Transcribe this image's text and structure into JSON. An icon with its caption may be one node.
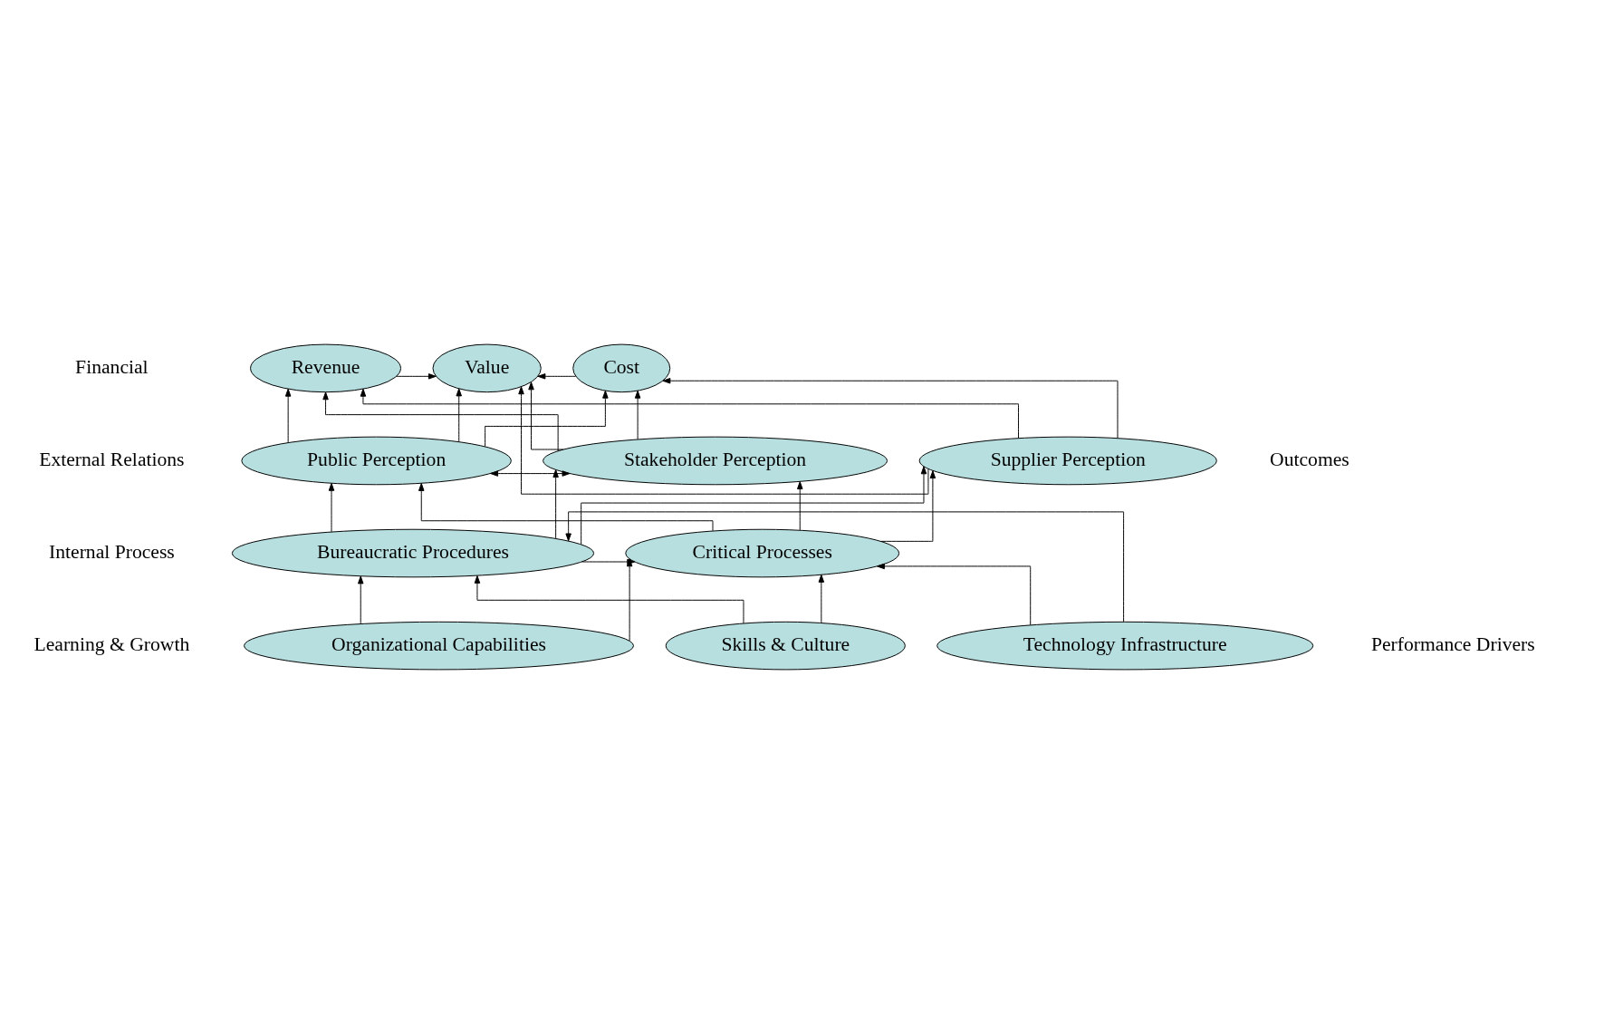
{
  "diagram": {
    "nodes": [
      {
        "text": [
          "Revenue"
        ]
      },
      {
        "text": [
          "Value"
        ]
      },
      {
        "text": [
          "Cost"
        ]
      },
      {
        "text": [
          "Public Perception"
        ]
      },
      {
        "text": [
          "Stakeholder Perception"
        ]
      },
      {
        "text": [
          "Supplier Perception"
        ]
      },
      {
        "text": [
          "Bureaucratic Procedures"
        ]
      },
      {
        "text": [
          "Critical Processes"
        ]
      },
      {
        "text": [
          "Organizational Capabilities"
        ]
      },
      {
        "text": [
          "Skills & Culture"
        ]
      },
      {
        "text": [
          "Technology Infrastructure"
        ]
      }
    ],
    "edges": [
      {
        "from": 0,
        "to": 1,
        "arrow": "to"
      },
      {
        "from": 2,
        "to": 1,
        "arrow": "to"
      },
      {
        "from": 3,
        "to": 4,
        "arrow": "both"
      },
      {
        "from": 3,
        "to": 0,
        "arrow": "to"
      },
      {
        "from": 3,
        "to": 1,
        "arrow": "to"
      },
      {
        "from": 3,
        "to": 2,
        "arrow": "to"
      },
      {
        "from": 4,
        "to": 0,
        "arrow": "to"
      },
      {
        "from": 4,
        "to": 1,
        "arrow": "to"
      },
      {
        "from": 4,
        "to": 2,
        "arrow": "to"
      },
      {
        "from": 5,
        "to": 0,
        "arrow": "to"
      },
      {
        "from": 5,
        "to": 1,
        "arrow": "to"
      },
      {
        "from": 5,
        "to": 2,
        "arrow": "to"
      },
      {
        "from": 6,
        "to": 3,
        "arrow": "to"
      },
      {
        "from": 6,
        "to": 4,
        "arrow": "to"
      },
      {
        "from": 6,
        "to": 5,
        "arrow": "to"
      },
      {
        "from": 7,
        "to": 3,
        "arrow": "to"
      },
      {
        "from": 7,
        "to": 4,
        "arrow": "to"
      },
      {
        "from": 7,
        "to": 5,
        "arrow": "to"
      },
      {
        "from": 6,
        "to": 7,
        "arrow": "to"
      },
      {
        "from": 8,
        "to": 6,
        "arrow": "to"
      },
      {
        "from": 8,
        "to": 7,
        "arrow": "to"
      },
      {
        "from": 9,
        "to": 6,
        "arrow": "to"
      },
      {
        "from": 9,
        "to": 7,
        "arrow": "to"
      },
      {
        "from": 10,
        "to": 6,
        "arrow": "to"
      },
      {
        "from": 10,
        "to": 7,
        "arrow": "to"
      }
    ],
    "labels": [
      "Financial",
      "External Relations",
      "Internal Process",
      "Learning & Growth",
      "Outcomes",
      "Performance Drivers"
    ]
  }
}
